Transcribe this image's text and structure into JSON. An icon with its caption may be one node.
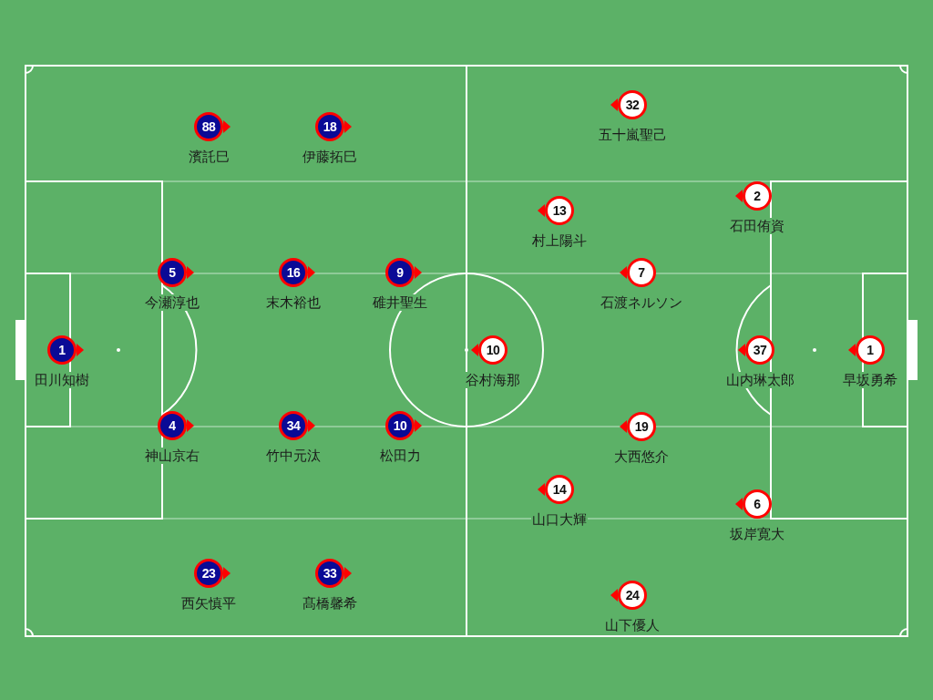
{
  "diagram": {
    "nodes": [
      {
        "text": [
          "88"
        ],
        "beside": [
          "濱託巳"
        ]
      },
      {
        "text": [
          "18"
        ],
        "beside": [
          "伊藤拓巳"
        ]
      },
      {
        "text": [
          "5"
        ],
        "beside": [
          "今瀬淳也"
        ]
      },
      {
        "text": [
          "16"
        ],
        "beside": [
          "末木裕也"
        ]
      },
      {
        "text": [
          "9"
        ],
        "beside": [
          "碓井聖生"
        ]
      },
      {
        "text": [
          "1"
        ],
        "beside": [
          "田川知樹"
        ]
      },
      {
        "text": [
          "4"
        ],
        "beside": [
          "神山京右"
        ]
      },
      {
        "text": [
          "34"
        ],
        "beside": [
          "竹中元汰"
        ]
      },
      {
        "text": [
          "10"
        ],
        "beside": [
          "松田力"
        ]
      },
      {
        "text": [
          "23"
        ],
        "beside": [
          "西矢慎平"
        ]
      },
      {
        "text": [
          "33"
        ],
        "beside": [
          "髙橋馨希"
        ]
      },
      {
        "text": [
          "32"
        ],
        "beside": [
          "五十嵐聖己"
        ]
      },
      {
        "text": [
          "2"
        ],
        "beside": [
          "石田侑資"
        ]
      },
      {
        "text": [
          "13"
        ],
        "beside": [
          "村上陽斗"
        ]
      },
      {
        "text": [
          "7"
        ],
        "beside": [
          "石渡ネルソン"
        ]
      },
      {
        "text": [
          "10"
        ],
        "beside": [
          "谷村海那"
        ]
      },
      {
        "text": [
          "37"
        ],
        "beside": [
          "山内琳太郎"
        ]
      },
      {
        "text": [
          "1"
        ],
        "beside": [
          "早坂勇希"
        ]
      },
      {
        "text": [
          "19"
        ],
        "beside": [
          "大西悠介"
        ]
      },
      {
        "text": [
          "14"
        ],
        "beside": [
          "山口大輝"
        ]
      },
      {
        "text": [
          "6"
        ],
        "beside": [
          "坂岸寛大"
        ]
      },
      {
        "text": [
          "24"
        ],
        "beside": [
          "山下優人"
        ]
      }
    ]
  }
}
